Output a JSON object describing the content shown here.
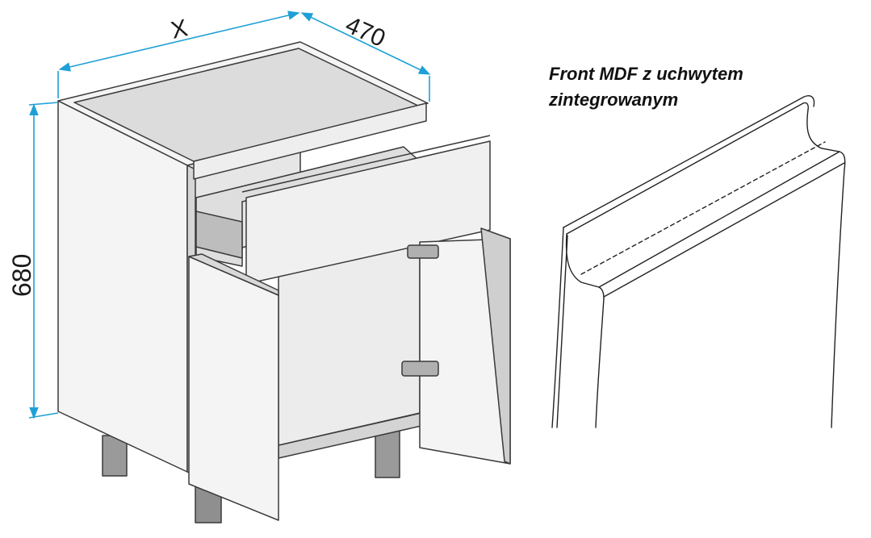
{
  "dimensions": {
    "width_label": "X",
    "depth_label": "470",
    "height_label": "680"
  },
  "caption": {
    "line1": "Front MDF z uchwytem",
    "line2": "zintegrowanym"
  },
  "colors": {
    "dimension_line": "#1ea0d6",
    "outline": "#3a3a3a",
    "panel": "#f2f2f2",
    "panel_shade": "#d9d9d9",
    "leg": "#8a8a8a"
  }
}
